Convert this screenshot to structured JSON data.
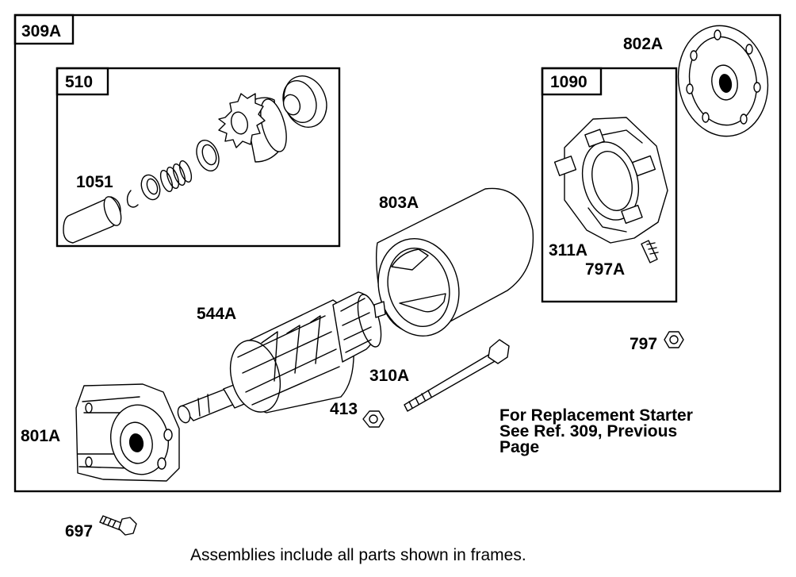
{
  "frames": {
    "main": "309A",
    "drive": "510",
    "brush": "1090"
  },
  "parts": {
    "p1051": "1051",
    "p803A": "803A",
    "p802A": "802A",
    "p311A": "311A",
    "p797A": "797A",
    "p544A": "544A",
    "p797": "797",
    "p310A": "310A",
    "p413": "413",
    "p801A": "801A",
    "p697": "697"
  },
  "note": {
    "line1": "For Replacement Starter",
    "line2": "See Ref. 309, Previous",
    "line3": "Page"
  },
  "footer": "Assemblies include all parts shown in frames."
}
